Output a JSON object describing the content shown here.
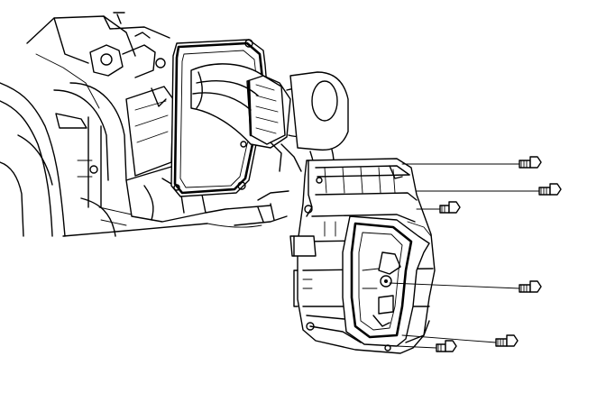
{
  "diagram": {
    "kind": "exploded-view line drawing",
    "parts": [
      "engine-bay-background",
      "mounting-bracket",
      "blower-case",
      "bolt-set"
    ],
    "colors": {
      "line": "#000000",
      "background": "#ffffff"
    }
  }
}
